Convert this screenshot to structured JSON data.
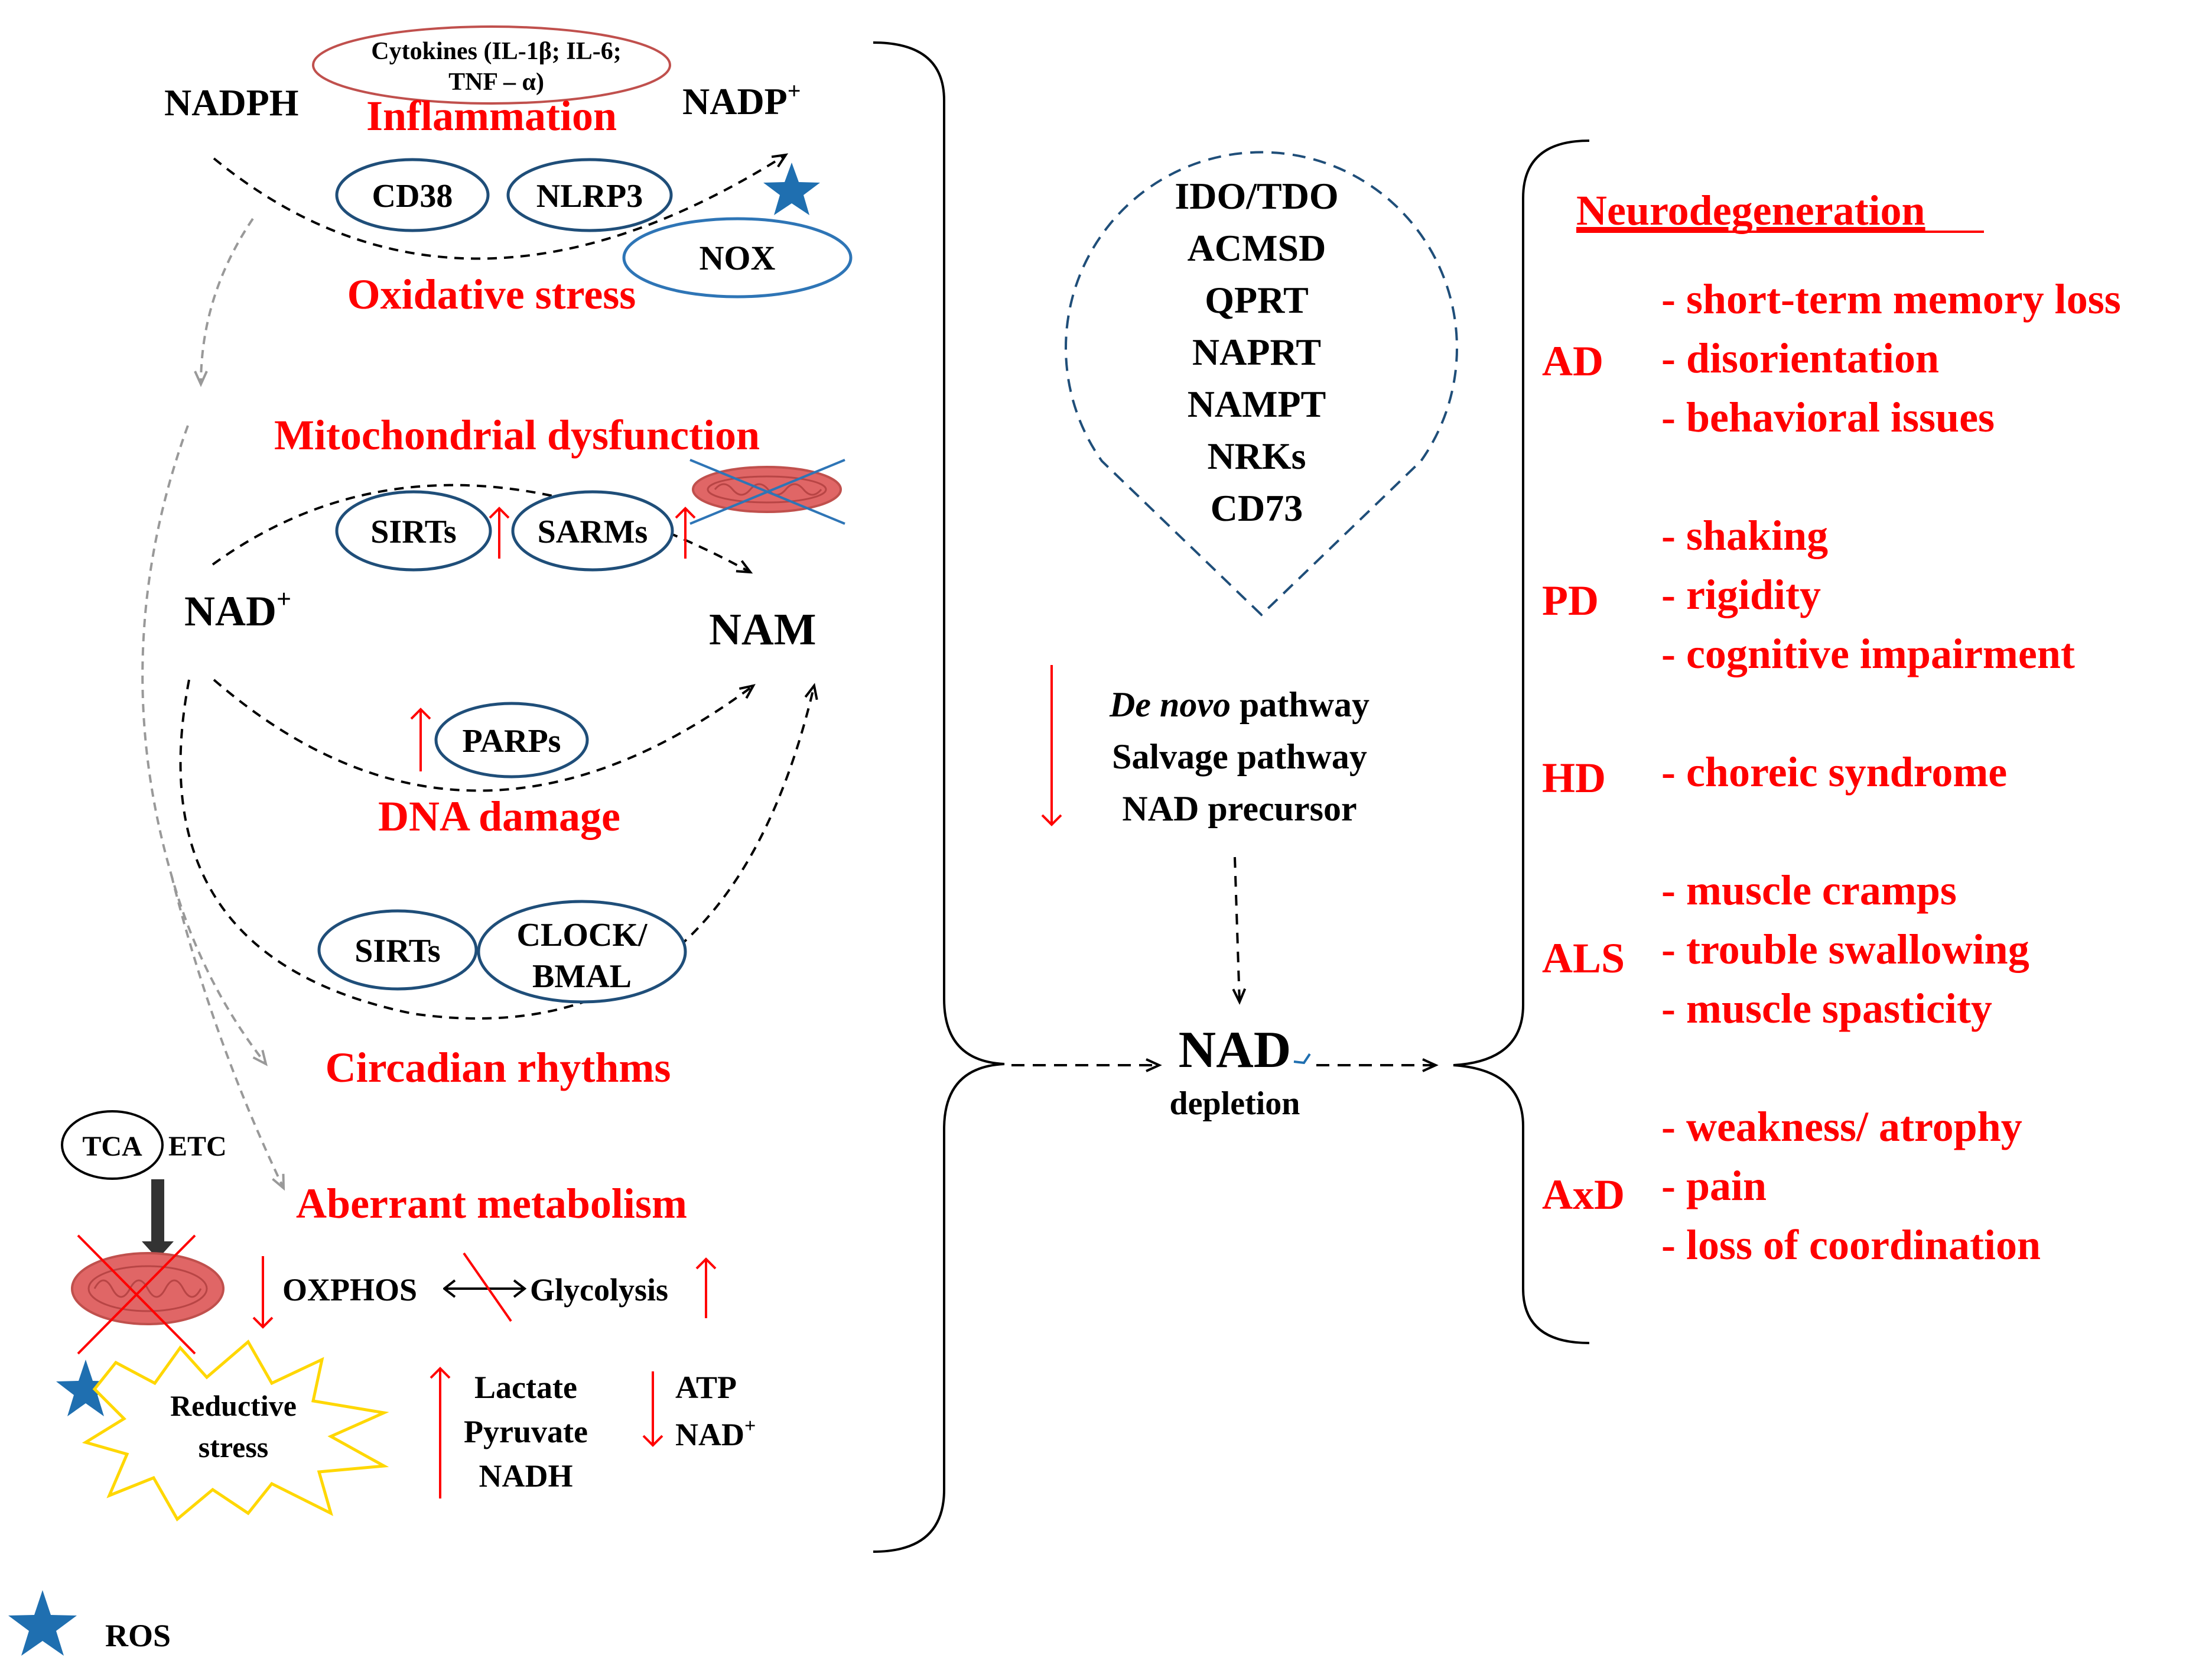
{
  "colors": {
    "red": "#ff0000",
    "black": "#000000",
    "dark_blue": "#1f4e79",
    "light_blue": "#2e75b6",
    "inflammation_oval": "#c0504d",
    "mito_fill": "#e06666",
    "burst_border": "#ffd700",
    "ros_star": "#1f6fb0",
    "gray_arrow": "#999999"
  },
  "left": {
    "nadph": "NADPH",
    "nadp_plus": "NADP",
    "nadp_sup": "+",
    "cytokines_line1": "Cytokines (IL-1β; IL-6;",
    "cytokines_line2": "TNF – α)",
    "inflammation": "Inflammation",
    "cd38": "CD38",
    "nlrp3": "NLRP3",
    "nox": "NOX",
    "oxidative_stress": "Oxidative stress",
    "mitochondrial_dysfunction": "Mitochondrial dysfunction",
    "sirts_1": "SIRTs",
    "sarms": "SARMs",
    "nad_plus": "NAD",
    "nad_sup": "+",
    "nam": "NAM",
    "parps": "PARPs",
    "dna_damage": "DNA damage",
    "sirts_2": "SIRTs",
    "clock_line1": "CLOCK/",
    "clock_line2": "BMAL",
    "circadian_rhythms": "Circadian rhythms",
    "tca": "TCA",
    "etc": "ETC",
    "aberrant_metabolism": "Aberrant metabolism",
    "oxphos": "OXPHOS",
    "glycolysis": "Glycolysis",
    "reductive_line1": "Reductive",
    "reductive_line2": "stress",
    "lactate": "Lactate",
    "pyruvate": "Pyruvate",
    "nadh": "NADH",
    "atp": "ATP",
    "nad_plus_2": "NAD",
    "nad_plus_2_sup": "+"
  },
  "middle": {
    "enzymes": [
      "IDO/TDO",
      "ACMSD",
      "QPRT",
      "NAPRT",
      "NAMPT",
      "NRKs",
      "CD73"
    ],
    "de_novo_italic": "De novo",
    "de_novo_rest": " pathway",
    "salvage": "Salvage pathway",
    "precursor": "NAD precursor",
    "nad": "NAD",
    "depletion": "depletion"
  },
  "right": {
    "title": "Neurodegeneration",
    "diseases": [
      {
        "abbr": "AD",
        "symptoms": [
          "- short-term memory loss",
          "- disorientation",
          "- behavioral issues"
        ]
      },
      {
        "abbr": "PD",
        "symptoms": [
          "- shaking",
          "- rigidity",
          "- cognitive impairment"
        ]
      },
      {
        "abbr": "HD",
        "symptoms": [
          "- choreic syndrome"
        ]
      },
      {
        "abbr": "ALS",
        "symptoms": [
          "- muscle cramps",
          "- trouble swallowing",
          "- muscle spasticity"
        ]
      },
      {
        "abbr": "AxD",
        "symptoms": [
          "- weakness/ atrophy",
          "- pain",
          "- loss of coordination"
        ]
      }
    ]
  },
  "legend": {
    "ros": "ROS"
  }
}
